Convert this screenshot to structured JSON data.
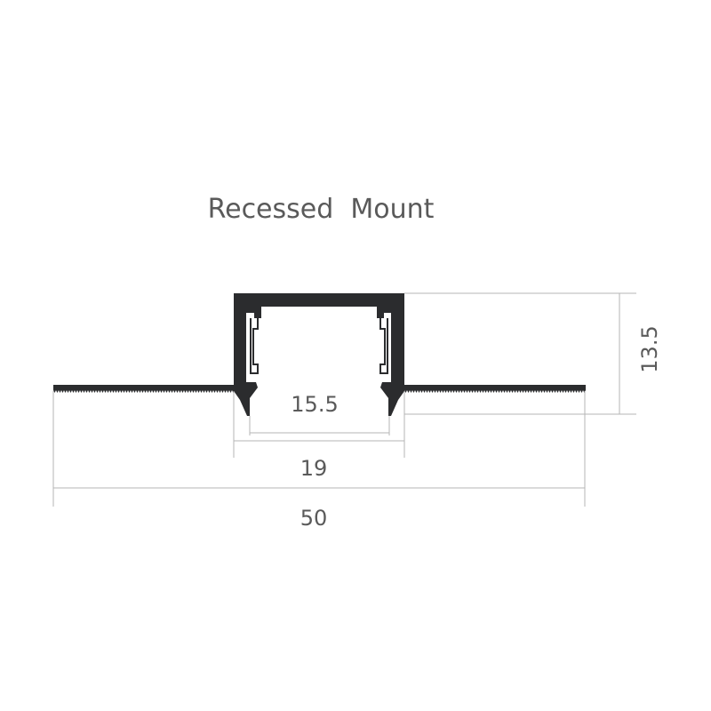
{
  "title": "Recessed  Mount",
  "dimensions": {
    "inner_width": "15.5",
    "profile_width": "19",
    "total_width": "50",
    "height": "13.5"
  },
  "colors": {
    "profile": "#2b2c2e",
    "dimension_line": "#b5b5b5",
    "text": "#5a5a5a"
  }
}
